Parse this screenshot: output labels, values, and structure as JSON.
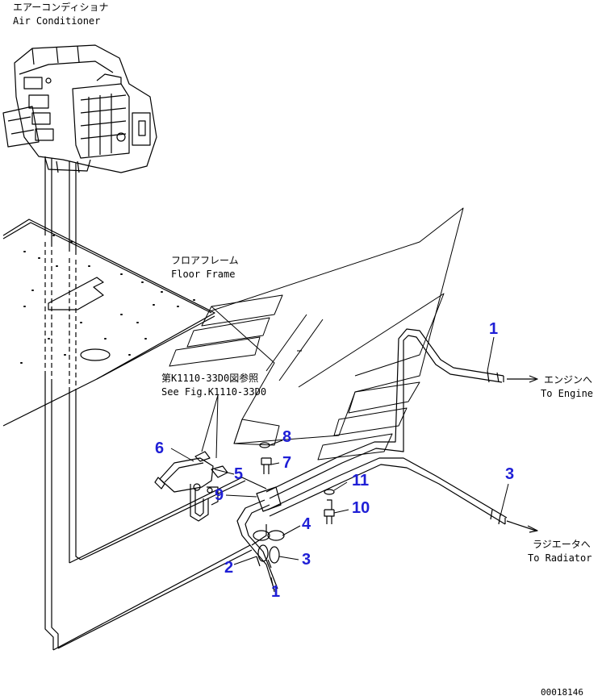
{
  "labels": {
    "air_conditioner_jp": "エアーコンディショナ",
    "air_conditioner_en": "Air Conditioner",
    "floor_frame_jp": "フロアフレーム",
    "floor_frame_en": "Floor Frame",
    "see_fig_jp": "第K1110-33D0図参照",
    "see_fig_en": "See Fig.K1110-33D0",
    "to_engine_jp": "エンジンへ",
    "to_engine_en": "To Engine",
    "to_radiator_jp": "ラジエータへ",
    "to_radiator_en": "To Radiator",
    "drawing_number": "00018146"
  },
  "callouts": [
    {
      "id": "c1a",
      "text": "1"
    },
    {
      "id": "c1b",
      "text": "1"
    },
    {
      "id": "c2",
      "text": "2"
    },
    {
      "id": "c3a",
      "text": "3"
    },
    {
      "id": "c3b",
      "text": "3"
    },
    {
      "id": "c4",
      "text": "4"
    },
    {
      "id": "c5",
      "text": "5"
    },
    {
      "id": "c6",
      "text": "6"
    },
    {
      "id": "c7",
      "text": "7"
    },
    {
      "id": "c8",
      "text": "8"
    },
    {
      "id": "c9",
      "text": "9"
    },
    {
      "id": "c10",
      "text": "10"
    },
    {
      "id": "c11",
      "text": "11"
    }
  ],
  "colors": {
    "line": "#000000",
    "callout": "#1f1fd6",
    "background": "#ffffff"
  }
}
